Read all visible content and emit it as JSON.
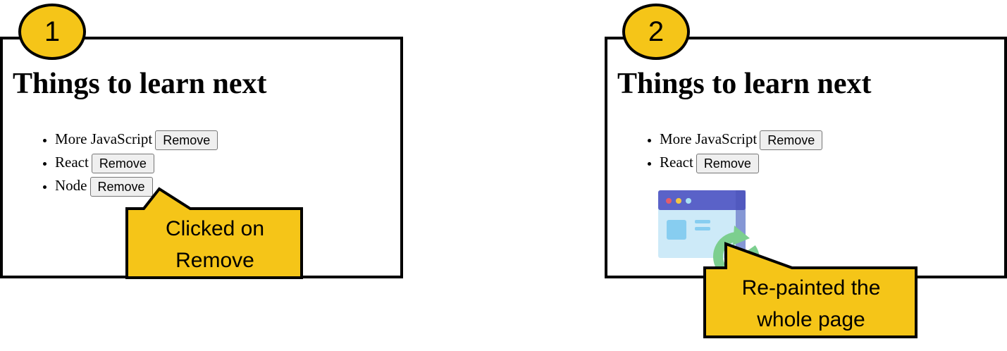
{
  "steps": [
    {
      "number": "1",
      "heading": "Things to learn next",
      "items": [
        {
          "label": "More JavaScript",
          "button": "Remove"
        },
        {
          "label": "React",
          "button": "Remove"
        },
        {
          "label": "Node",
          "button": "Remove"
        }
      ],
      "callout": "Clicked on\nRemove"
    },
    {
      "number": "2",
      "heading": "Things to learn next",
      "items": [
        {
          "label": "More JavaScript",
          "button": "Remove"
        },
        {
          "label": "React",
          "button": "Remove"
        }
      ],
      "callout": "Re-painted the\nwhole page"
    }
  ],
  "colors": {
    "badge": "#f5c518",
    "callout": "#f5c518",
    "refresh_arrows": "#7ccf8f",
    "window_header": "#5a62c8"
  },
  "icons": {
    "browser_window": "browser-window-icon",
    "refresh": "refresh-arrows-icon"
  }
}
